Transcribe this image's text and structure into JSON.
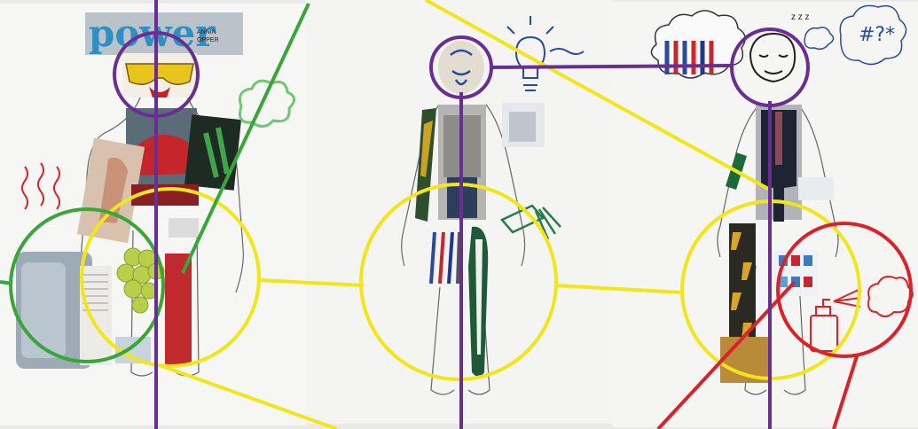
{
  "scene": {
    "magazine_word": "power",
    "magazine_byline_1": "ANNIN",
    "magazine_byline_2": "OPPER",
    "thought_symbols": "#?*",
    "snore": "z z z"
  },
  "colors": {
    "paper": "#f4f4f2",
    "purple": "#6a2d91",
    "yellow": "#f2e61a",
    "green": "#3aa63a",
    "red": "#d8232a",
    "pen_blue": "#2b4a9a",
    "sketch": "#555555"
  },
  "figures": [
    {
      "name": "figure-left",
      "items": [
        "sunglasses-head",
        "red-car",
        "woman-photo",
        "grapes",
        "thermos",
        "green-bottles",
        "radiator-sketch"
      ]
    },
    {
      "name": "figure-middle",
      "items": [
        "wig-head",
        "grey-shirt-man",
        "pens",
        "green-pen",
        "lightbulb-sketch"
      ]
    },
    {
      "name": "figure-right",
      "items": [
        "sleeping-face-sketch",
        "suit-man",
        "markers-cloud",
        "patterned-ribbon",
        "spray-can-sketch",
        "stamps"
      ]
    }
  ]
}
